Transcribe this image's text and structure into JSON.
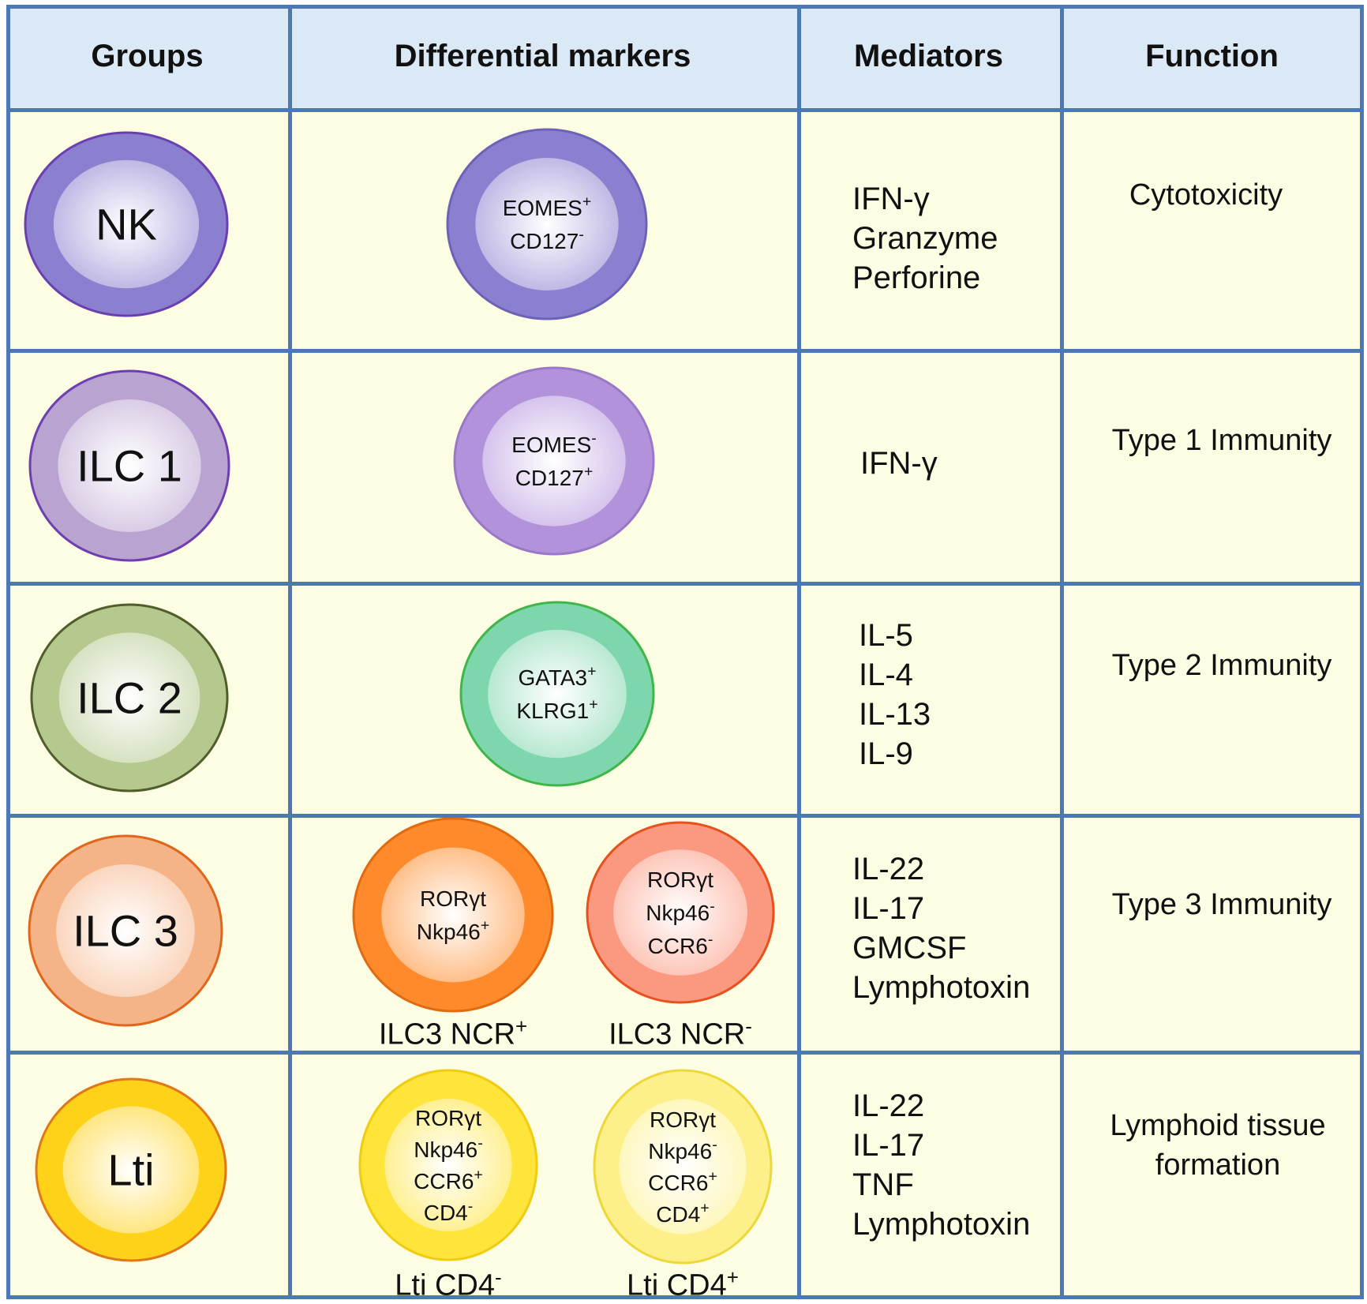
{
  "headers": {
    "groups": "Groups",
    "markers": "Differential markers",
    "mediators": "Mediators",
    "function": "Function"
  },
  "colors": {
    "border": "#4a79b5",
    "header_bg": "#dbe9f7",
    "body_bg": "#fdfde4"
  },
  "rows": [
    {
      "group": "NK",
      "group_cell_color": "#8b7fd0",
      "group_cell_stroke": "#6a3fb0",
      "markers": [
        {
          "lines": [
            {
              "text": "EOMES",
              "sup": "+"
            },
            {
              "text": "CD127",
              "sup": "-"
            }
          ],
          "color": "#8a80cf",
          "stroke": "#6e62b8",
          "label": ""
        }
      ],
      "mediators": [
        "IFN-γ",
        "Granzyme",
        "Perforine"
      ],
      "function": [
        "Cytotoxicity"
      ]
    },
    {
      "group": "ILC 1",
      "group_cell_color": "#b9a3d0",
      "group_cell_stroke": "#6f3fb0",
      "markers": [
        {
          "lines": [
            {
              "text": "EOMES",
              "sup": "-"
            },
            {
              "text": "CD127",
              "sup": "+"
            }
          ],
          "color": "#b392dc",
          "stroke": "#9a78c8",
          "label": ""
        }
      ],
      "mediators": [
        "IFN-γ"
      ],
      "function": [
        "Type 1 Immunity"
      ]
    },
    {
      "group": "ILC 2",
      "group_cell_color": "#b5c98f",
      "group_cell_stroke": "#4f5e2a",
      "markers": [
        {
          "lines": [
            {
              "text": "GATA3",
              "sup": "+"
            },
            {
              "text": "KLRG1",
              "sup": "+"
            }
          ],
          "color": "#7ed6ad",
          "stroke": "#3fb64a",
          "label": ""
        }
      ],
      "mediators": [
        "IL-5",
        "IL-4",
        "IL-13",
        "IL-9"
      ],
      "function": [
        "Type 2 Immunity"
      ]
    },
    {
      "group": "ILC 3",
      "group_cell_color": "#f5b488",
      "group_cell_stroke": "#e0661c",
      "markers": [
        {
          "lines": [
            {
              "text": "RORγt",
              "sup": ""
            },
            {
              "text": "Nkp46",
              "sup": "+"
            }
          ],
          "color": "#ff8a2b",
          "stroke": "#e06a10",
          "label": "ILC3 NCR",
          "label_sup": "+"
        },
        {
          "lines": [
            {
              "text": "RORγt",
              "sup": ""
            },
            {
              "text": "Nkp46",
              "sup": "-"
            },
            {
              "text": "CCR6",
              "sup": "-"
            }
          ],
          "color": "#fb9880",
          "stroke": "#e8501c",
          "label": "ILC3 NCR",
          "label_sup": "-"
        }
      ],
      "mediators": [
        "IL-22",
        "IL-17",
        "GMCSF",
        "Lymphotoxin"
      ],
      "function": [
        "Type 3 Immunity"
      ]
    },
    {
      "group": "Lti",
      "group_cell_color": "#ffd21a",
      "group_cell_stroke": "#e07818",
      "markers": [
        {
          "lines": [
            {
              "text": "RORγt",
              "sup": ""
            },
            {
              "text": "Nkp46",
              "sup": "-"
            },
            {
              "text": "CCR6",
              "sup": "+"
            },
            {
              "text": "CD4",
              "sup": "-"
            }
          ],
          "color": "#ffe43a",
          "stroke": "#f0cc10",
          "label": "Lti CD4",
          "label_sup": "-"
        },
        {
          "lines": [
            {
              "text": "RORγt",
              "sup": ""
            },
            {
              "text": "Nkp46",
              "sup": "-"
            },
            {
              "text": "CCR6",
              "sup": "+"
            },
            {
              "text": "CD4",
              "sup": "+"
            }
          ],
          "color": "#fdf08a",
          "stroke": "#ecd838",
          "label": "Lti CD4",
          "label_sup": "+"
        }
      ],
      "mediators": [
        "IL-22",
        "IL-17",
        "TNF",
        "Lymphotoxin"
      ],
      "function": [
        "Lymphoid tissue",
        "formation"
      ]
    }
  ]
}
